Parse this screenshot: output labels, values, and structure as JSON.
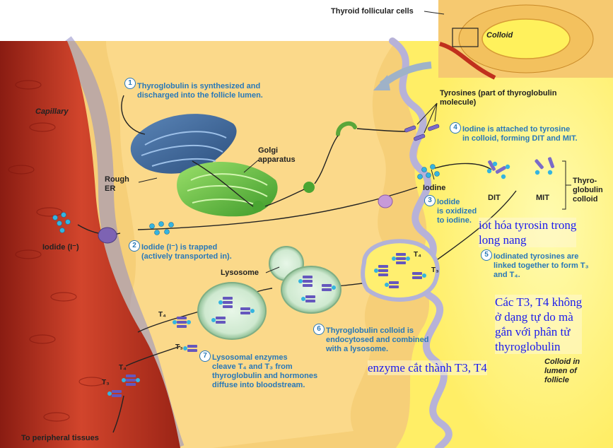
{
  "labels": {
    "thyroid_cells": "Thyroid follicular cells",
    "colloid": "Colloid",
    "capillary": "Capillary",
    "rough_er": "Rough\nER",
    "golgi": "Golgi\napparatus",
    "iodide": "Iodide (I⁻)",
    "lysosome": "Lysosome",
    "tyrosines": "Tyrosines (part of thyroglobulin\nmolecule)",
    "iodine": "Iodine",
    "dit": "DIT",
    "mit": "MIT",
    "thyroglobulin_colloid": "Thyro-\nglobulin\ncolloid",
    "colloid_lumen": "Colloid in\nlumen of\nfollicle",
    "peripheral": "To peripheral tissues",
    "t4": "T₄",
    "t3": "T₃"
  },
  "steps": [
    {
      "num": "1",
      "text": "Thyroglobulin is synthesized and\ndischarged into the follicle lumen."
    },
    {
      "num": "2",
      "text": "Iodide (I⁻) is trapped\n(actively transported in)."
    },
    {
      "num": "3",
      "text": "Iodide\nis oxidized\nto iodine."
    },
    {
      "num": "4",
      "text": "Iodine is attached to tyrosine\nin colloid, forming DIT and MIT."
    },
    {
      "num": "5",
      "text": "Iodinated tyrosines are\nlinked together to form T₃\nand T₄."
    },
    {
      "num": "6",
      "text": "Thyroglobulin colloid is\nendocytosed and combined\nwith a lysosome."
    },
    {
      "num": "7",
      "text": "Lysosomal enzymes\ncleave T₄ and T₃ from\nthyroglobulin and hormones\ndiffuse into bloodstream."
    }
  ],
  "notes": {
    "iodination": "iot hóa tyrosin trong\nlong nang",
    "bound": "Các T3, T4 không\nở dạng tự do mà\ngắn với phân tử\nthyroglobulin",
    "enzyme": "enzyme cắt thành T3, T4"
  },
  "colors": {
    "capillary": "#c63a26",
    "cell": "#fbd98a",
    "colloid": "#fff27a",
    "iodine": "#34b4e0",
    "step_text": "#2878b8",
    "note_text": "#1a1aee"
  }
}
